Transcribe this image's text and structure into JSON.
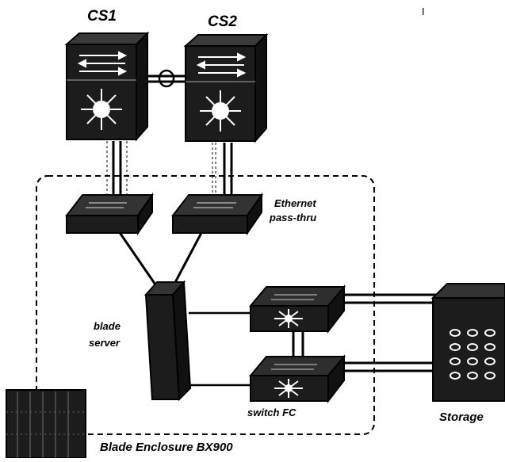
{
  "labels": {
    "cs1": "CS1",
    "cs2": "CS2",
    "ethernet_passthru_line1": "Ethernet",
    "ethernet_passthru_line2": "pass-thru",
    "blade_server_line1": "blade",
    "blade_server_line2": "server",
    "switch_fc": "switch FC",
    "storage": "Storage",
    "enclosure": "Blade Enclosure BX900",
    "stray_mark": "I"
  },
  "icons": {
    "core_switch": "layer3-switch-icon",
    "ethernet_switch": "workgroup-switch-icon",
    "fc_switch": "fibre-channel-switch-icon",
    "blade_server": "blade-server-icon",
    "storage": "storage-array-icon",
    "blade_chassis": "blade-chassis-icon"
  },
  "colors": {
    "ink": "#000000",
    "device_fill": "#1c1c1c",
    "device_top": "#3a3a3a",
    "symbol": "#ffffff"
  }
}
